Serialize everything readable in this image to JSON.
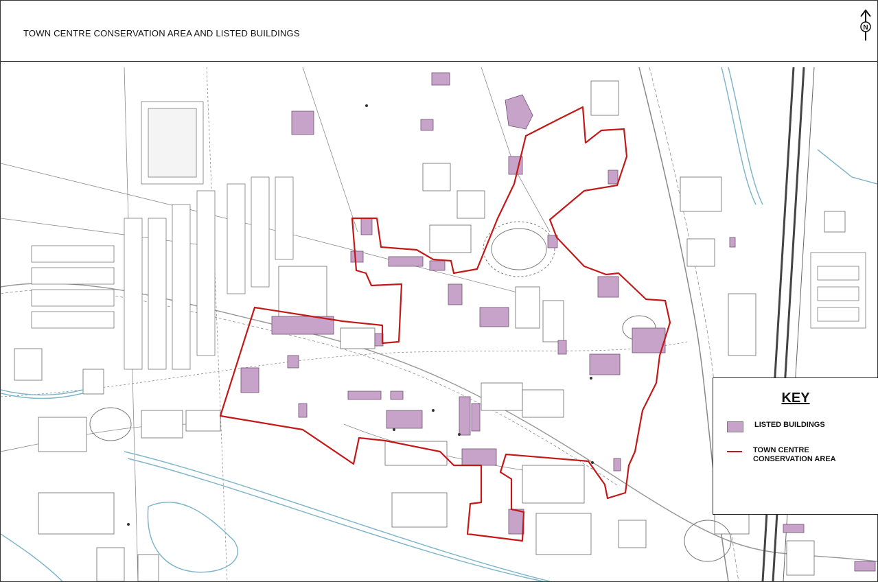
{
  "title": "TOWN CENTRE CONSERVATION AREA AND LISTED BUILDINGS",
  "north_arrow": {
    "icon": "north-arrow-icon",
    "letter": "N"
  },
  "key": {
    "heading": "KEY",
    "items": [
      {
        "label": "LISTED BUILDINGS",
        "symbol": "swatch",
        "color": "#c7a3c9"
      },
      {
        "label_line1": "TOWN CENTRE",
        "label_line2": "CONSERVATION AREA",
        "symbol": "line",
        "color": "#c21818"
      }
    ]
  },
  "colors": {
    "listed_buildings": "#c7a3c9",
    "conservation_boundary": "#c21818",
    "water": "#7fb6c9",
    "linework": "#7a7a7a"
  }
}
